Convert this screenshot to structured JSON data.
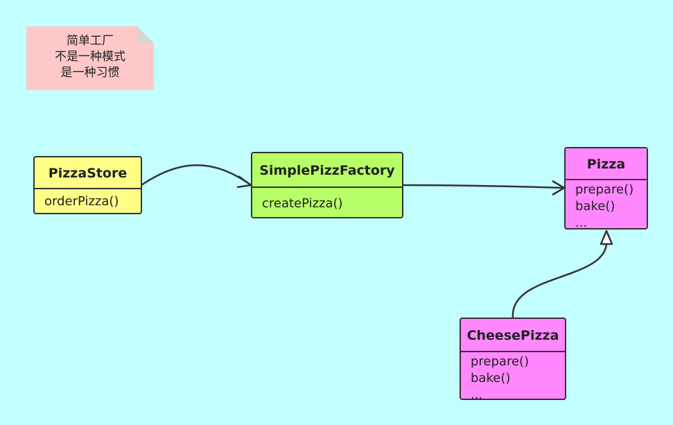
{
  "canvas": {
    "background": "#c4ffff"
  },
  "note": {
    "lines": [
      "简单工厂",
      "不是一种模式",
      "是一种习惯"
    ],
    "color": "#ffc8c8"
  },
  "classes": {
    "pizza_store": {
      "name": "PizzaStore",
      "members": [
        "orderPizza()"
      ],
      "color": "#ffff88"
    },
    "simple_factory": {
      "name": "SimplePizzFactory",
      "members": [
        "createPizza()"
      ],
      "color": "#b6ff66"
    },
    "pizza": {
      "name": "Pizza",
      "members": [
        "prepare()",
        "bake()",
        "..."
      ],
      "color": "#ff88ff"
    },
    "cheese_pizza": {
      "name": "CheesePizza",
      "members": [
        "prepare()",
        "bake()",
        "..."
      ],
      "color": "#ff88ff"
    }
  },
  "relations": [
    {
      "from": "PizzaStore",
      "to": "SimplePizzFactory",
      "kind": "association"
    },
    {
      "from": "SimplePizzFactory",
      "to": "Pizza",
      "kind": "association"
    },
    {
      "from": "CheesePizza",
      "to": "Pizza",
      "kind": "generalization"
    }
  ]
}
